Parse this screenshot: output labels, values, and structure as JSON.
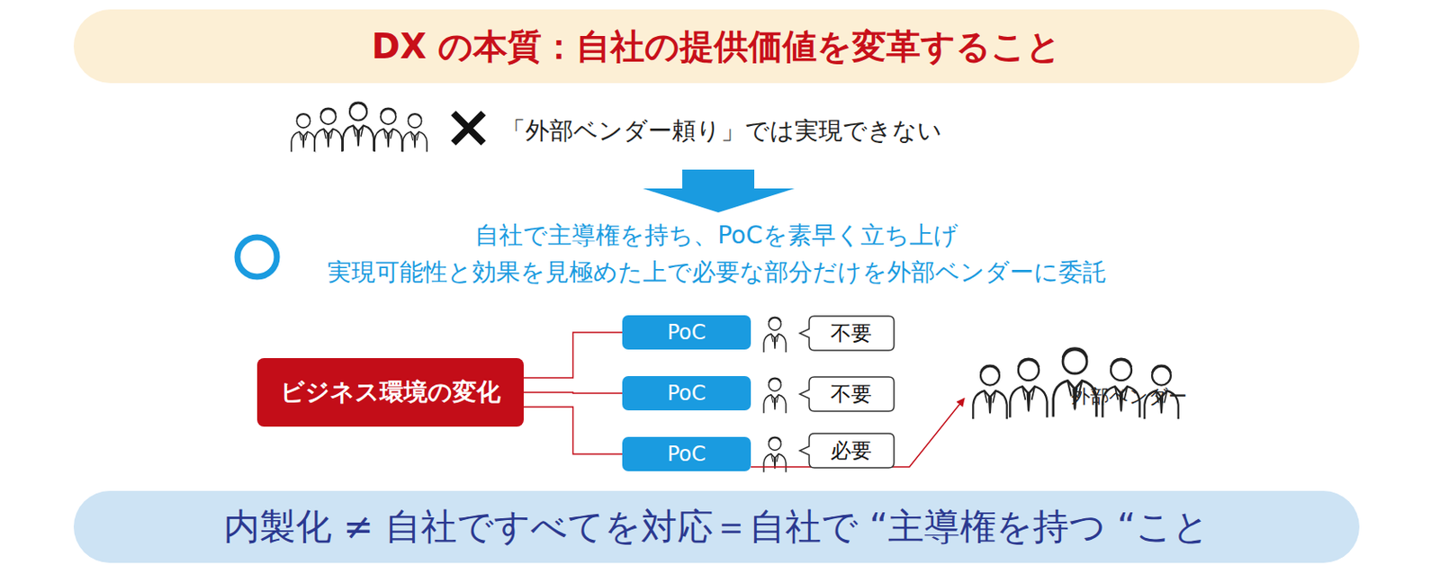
{
  "diagram": {
    "title": "DX の本質：自社の提供価値を変革すること",
    "nodes": [
      {
        "text": [
          "ビジネス環境の変化"
        ]
      },
      {
        "text": [
          "PoC"
        ]
      },
      {
        "text": [
          "不要"
        ]
      },
      {
        "text": [
          "PoC"
        ]
      },
      {
        "text": [
          "不要"
        ]
      },
      {
        "text": [
          "PoC"
        ]
      },
      {
        "text": [
          "必要"
        ]
      },
      {
        "text": [
          "外部ベンダー"
        ]
      },
      {
        "text": [
          "内製化 ≠ 自社ですべてを対応＝自社で “主導権を持つ “こと"
        ]
      }
    ],
    "edges": [
      {
        "from": 0,
        "to": 1,
        "arrow": "none"
      },
      {
        "from": 0,
        "to": 3,
        "arrow": "none"
      },
      {
        "from": 0,
        "to": 5,
        "arrow": "none"
      },
      {
        "from": 5,
        "to": 7,
        "arrow": "to"
      }
    ],
    "labels": [
      "「外部ベンダー頼り」では実現できない",
      "自社で主導権を持ち、PoCを素早く立ち上げ",
      "実現可能性と効果を見極めた上で必要な部分だけを外部ベンダーに委託"
    ]
  }
}
